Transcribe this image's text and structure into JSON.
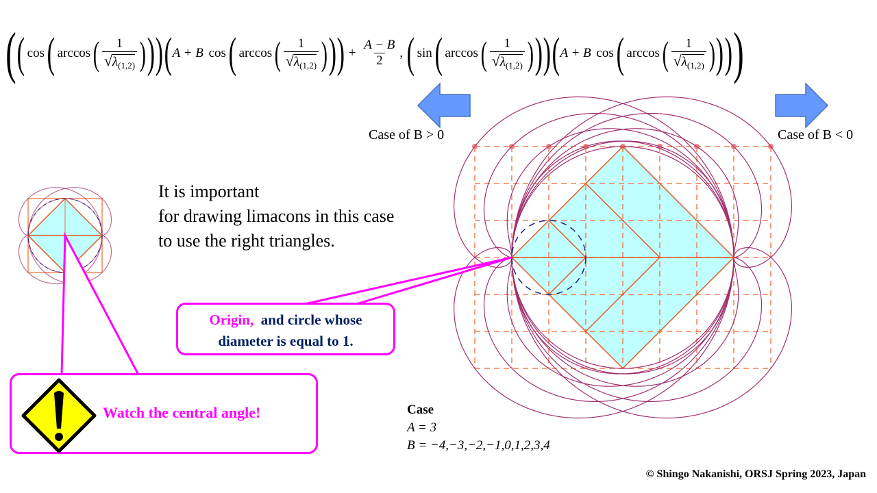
{
  "formula": {
    "cos": "cos",
    "sin": "sin",
    "arccos": "arccos",
    "one": "1",
    "lambda": "λ",
    "lambda_sub": "(1,2)",
    "a_plus_b": "A + B",
    "plus": "+",
    "frac_num": "A − B",
    "frac_den": "2",
    "comma": ","
  },
  "labels": {
    "case_b_pos": "Case of B > 0",
    "case_b_neg": "Case of B < 0"
  },
  "main_text": [
    "It is important",
    "for drawing limacons in this case",
    "to use the right triangles."
  ],
  "origin_callout": {
    "origin": "Origin,",
    "line1_rest": "and circle whose",
    "line2": "diameter is equal to 1."
  },
  "watch_callout": "Watch the central angle!",
  "case_block": {
    "title": "Case",
    "a_line": "A = 3",
    "b_line": "B = −4,−3,−2,−1,0,1,2,3,4"
  },
  "copyright": "© Shingo Nakanishi, ORSJ Spring 2023, Japan",
  "diagram": {
    "A": 3,
    "B_values": [
      -4,
      -3,
      -2,
      -1,
      0,
      1,
      2,
      3,
      4
    ],
    "colors": {
      "limacon": "#a0306f",
      "grid": "#f08050",
      "diamond_fill": "#c0ffff",
      "diamond_stroke": "#e05a20",
      "unit_circle": "#1a237e",
      "callout": "#ff00ff",
      "arrow": "#6699ff",
      "dot": "#f08080"
    }
  }
}
